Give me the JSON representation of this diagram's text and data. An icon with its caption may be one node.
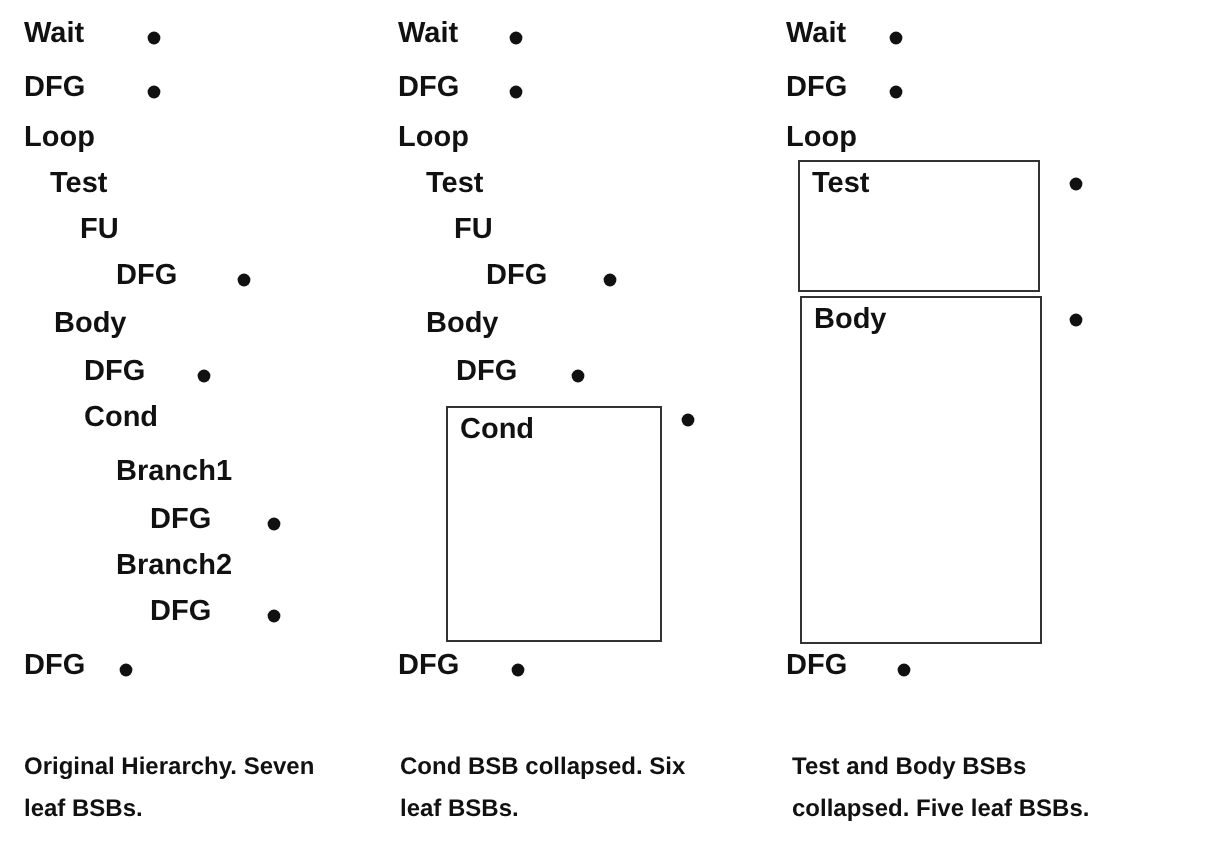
{
  "diagram": {
    "nodes": [
      {
        "text": [
          "Cond"
        ]
      },
      {
        "text": [
          "Test"
        ]
      },
      {
        "text": [
          "Body"
        ]
      }
    ],
    "labels": [
      "Wait",
      "DFG",
      "Loop",
      "Test",
      "FU",
      "DFG",
      "Body",
      "DFG",
      "Cond",
      "Branch1",
      "DFG",
      "Branch2",
      "DFG",
      "DFG",
      "Original Hierarchy. Seven leaf BSBs.",
      "Wait",
      "DFG",
      "Loop",
      "Test",
      "FU",
      "DFG",
      "Body",
      "DFG",
      "DFG",
      "Cond BSB collapsed. Six leaf BSBs.",
      "Wait",
      "DFG",
      "Loop",
      "DFG",
      "Test and Body BSBs collapsed. Five leaf BSBs."
    ]
  }
}
